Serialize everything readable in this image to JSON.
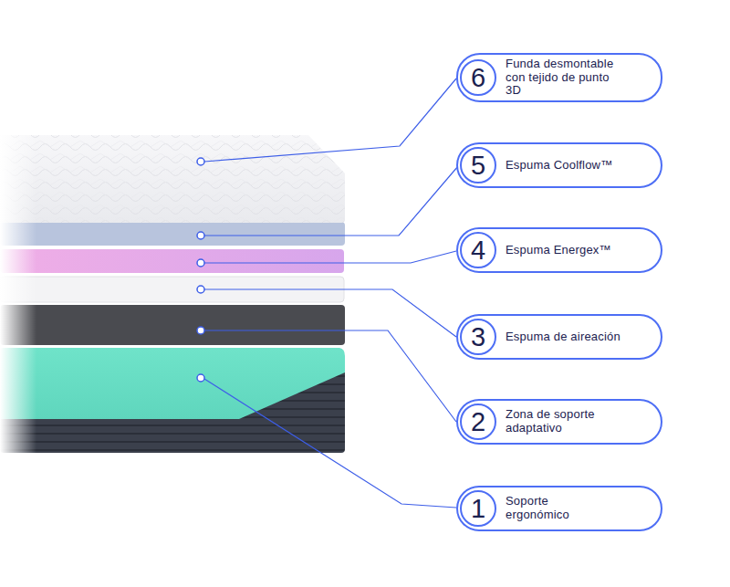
{
  "diagram": {
    "nodes": [
      {
        "text": [
          "6",
          "Funda desmontable con tejido de punto 3D"
        ]
      },
      {
        "text": [
          "5",
          "Espuma Coolflow™"
        ]
      },
      {
        "text": [
          "4",
          "Espuma Energex™"
        ]
      },
      {
        "text": [
          "3",
          "Espuma de aireación"
        ]
      },
      {
        "text": [
          "2",
          "Zona de soporte adaptativo"
        ]
      },
      {
        "text": [
          "1",
          "Soporte ergonómico"
        ]
      }
    ]
  }
}
